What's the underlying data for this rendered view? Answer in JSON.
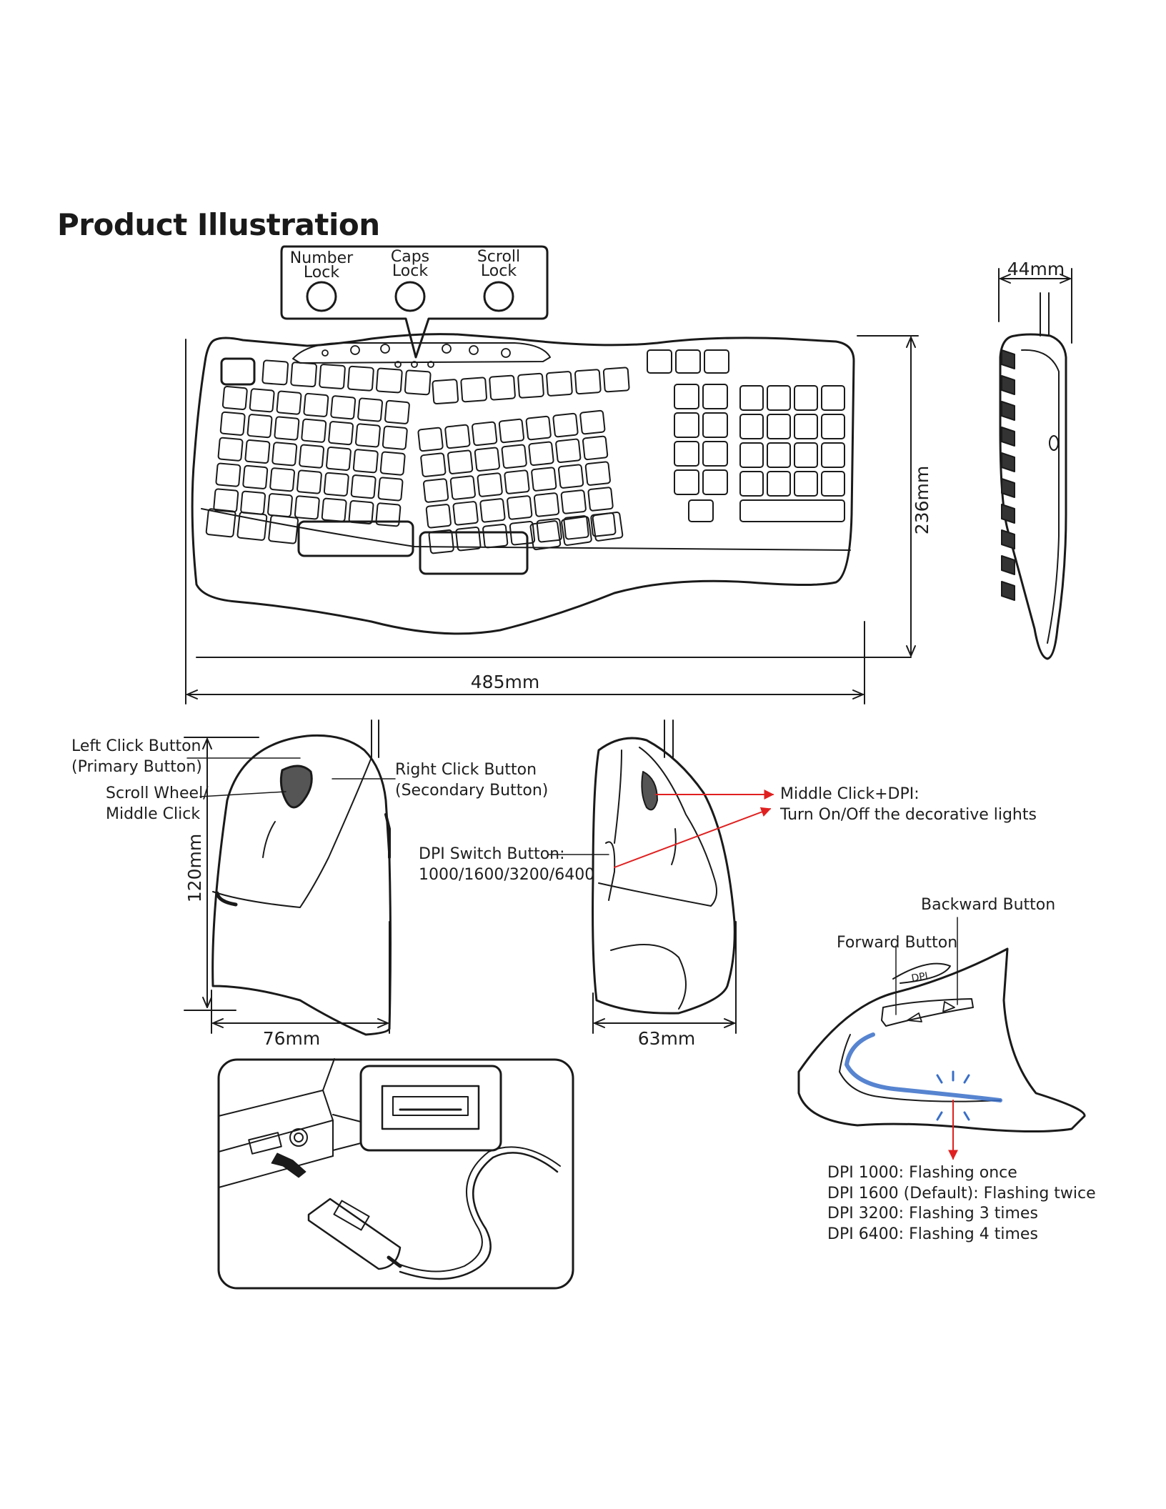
{
  "title": "Product Illustration",
  "colors": {
    "line": "#1a1a1a",
    "callout": "#e02020",
    "led": "#3a6fc8"
  },
  "indicators": [
    {
      "line1": "Number",
      "line2": "Lock"
    },
    {
      "line1": "Caps",
      "line2": "Lock"
    },
    {
      "line1": "Scroll",
      "line2": "Lock"
    }
  ],
  "keyboard": {
    "width": "485mm",
    "depth": "236mm",
    "height": "44mm"
  },
  "mouse_side": {
    "left_click_1": "Left Click Button",
    "left_click_2": "(Primary Button)",
    "scroll_1": "Scroll Wheel/",
    "scroll_2": "Middle Click",
    "right_click_1": "Right Click Button",
    "right_click_2": "(Secondary Button)",
    "height": "120mm",
    "width": "76mm"
  },
  "mouse_front": {
    "middle_1": "Middle Click+DPI:",
    "middle_2": "Turn On/Off the decorative lights",
    "dpi_1": "DPI Switch Button:",
    "dpi_2": "1000/1600/3200/6400",
    "width": "63mm"
  },
  "mouse_rear": {
    "backward": "Backward Button",
    "forward": "Forward Button",
    "dpi_badge": "DPI",
    "dpi_list": [
      "DPI 1000: Flashing once",
      "DPI 1600 (Default): Flashing twice",
      "DPI 3200: Flashing 3 times",
      "DPI 6400: Flashing 4 times"
    ]
  }
}
